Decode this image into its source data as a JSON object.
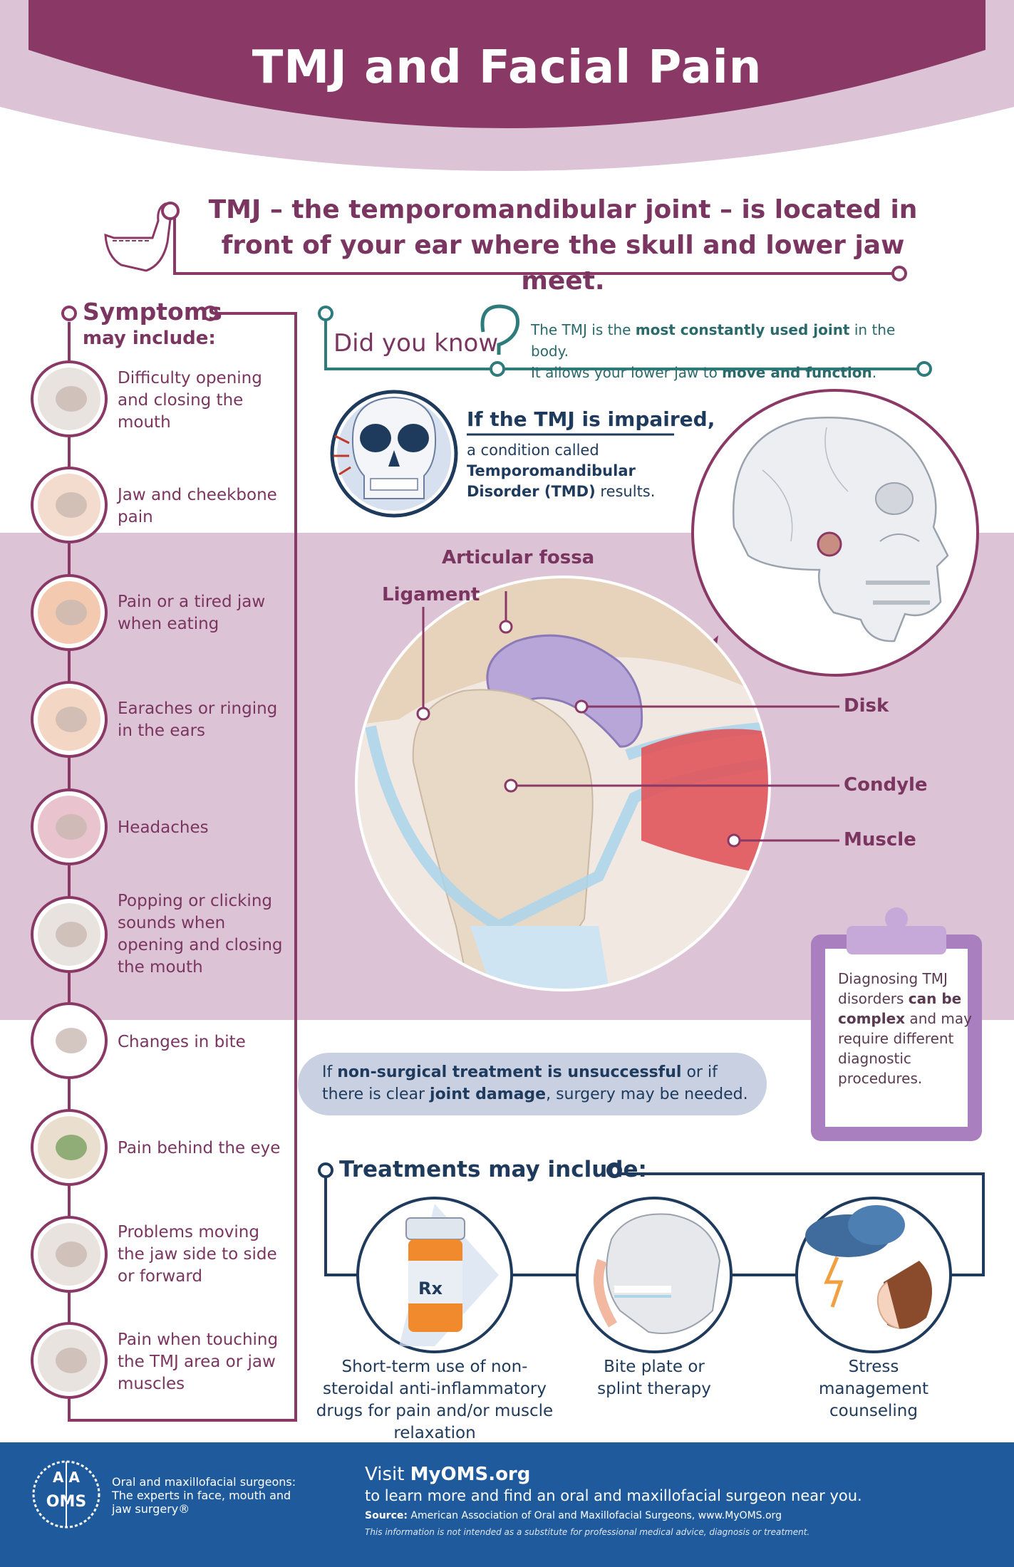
{
  "colors": {
    "plum": "#8a3866",
    "mauve_band": "#dcc3d5",
    "teal": "#2e7b7c",
    "navy": "#1e3a5c",
    "footer_blue": "#1f5a9c",
    "lilac": "#a97fbf"
  },
  "header": {
    "title": "TMJ and Facial Pain"
  },
  "intro": {
    "text": "TMJ – the temporomandibular joint – is located in front of your ear where the skull and lower jaw meet."
  },
  "symptoms": {
    "title": "Symptoms",
    "subtitle": "may include:",
    "items": [
      {
        "label": "Difficulty opening and closing the mouth",
        "icon": "skull-jaw-icon"
      },
      {
        "label": "Jaw and cheekbone pain",
        "icon": "face-pain-icon"
      },
      {
        "label": "Pain or a tired jaw when eating",
        "icon": "eating-icon"
      },
      {
        "label": "Earaches or ringing in the ears",
        "icon": "ear-icon"
      },
      {
        "label": "Headaches",
        "icon": "brain-icon"
      },
      {
        "label": "Popping or clicking sounds when opening and closing the mouth",
        "icon": "clicking-jaw-icon"
      },
      {
        "label": "Changes in bite",
        "icon": "teeth-icon"
      },
      {
        "label": "Pain behind the eye",
        "icon": "eye-icon"
      },
      {
        "label": "Problems moving the jaw side to side or forward",
        "icon": "jaw-movement-icon"
      },
      {
        "label": "Pain when touching the TMJ area or jaw muscles",
        "icon": "jaw-muscle-icon"
      }
    ]
  },
  "did_you_know": {
    "title": "Did you know",
    "line1_a": "The TMJ is the ",
    "line1_b": "most constantly used joint",
    "line1_c": " in the body.",
    "line2_a": "It allows your lower jaw to ",
    "line2_b": "move and function",
    "line2_c": "."
  },
  "impaired": {
    "title": "If the TMJ is impaired,",
    "body_a": "a condition called ",
    "body_b": "Temporomandibular Disorder (TMD)",
    "body_c": " results."
  },
  "anatomy": {
    "labels": {
      "fossa": "Articular fossa",
      "ligament": "Ligament",
      "disk": "Disk",
      "condyle": "Condyle",
      "muscle": "Muscle"
    }
  },
  "diagnosis": {
    "a": "Diagnosing TMJ disorders ",
    "b": "can be complex",
    "c": " and may require different diagnostic procedures."
  },
  "surgery": {
    "a": "If ",
    "b": "non-surgical treatment is unsuccessful",
    "c": " or if there is clear ",
    "d": "joint damage",
    "e": ", surgery may be needed."
  },
  "treatments": {
    "title": "Treatments may include:",
    "items": [
      {
        "label": "Short-term use of non-steroidal anti-inflammatory drugs for pain and/or muscle relaxation",
        "icon": "pill-bottle-icon",
        "badge": "Rx"
      },
      {
        "label": "Bite plate or splint therapy",
        "icon": "skull-splint-icon"
      },
      {
        "label": "Stress management counseling",
        "icon": "stress-cloud-icon"
      }
    ]
  },
  "footer": {
    "logo_top": "A A",
    "logo_bottom": "OMS",
    "tagline": "Oral and maxillofacial surgeons: The experts in face, mouth and jaw surgery®",
    "visit_a": "Visit ",
    "visit_b": "MyOMS.org",
    "learn": "to learn more and find an oral and maxillofacial surgeon near you.",
    "source_label": "Source:",
    "source_text": " American Association of Oral and Maxillofacial Surgeons, www.MyOMS.org",
    "disclaimer": "This information is not intended as a substitute for professional medical advice, diagnosis or treatment."
  }
}
